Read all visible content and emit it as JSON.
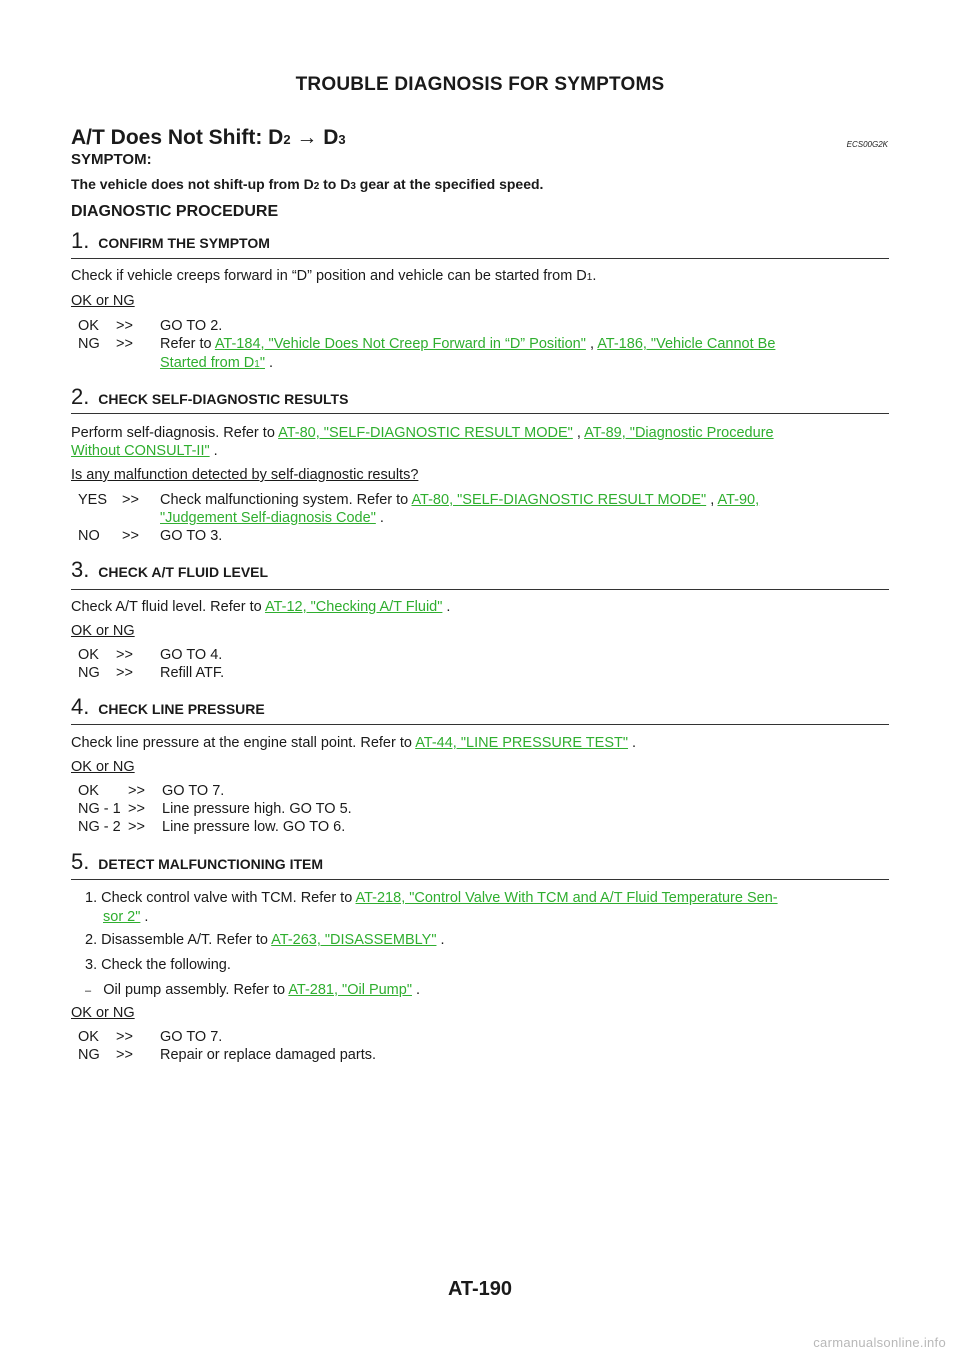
{
  "header": "TROUBLE DIAGNOSIS FOR SYMPTOMS",
  "title": {
    "prefix": "A/T Does Not Shift: D",
    "sub1": "2",
    "arrow": " → D",
    "sub2": "3",
    "code": "ECS00G2K"
  },
  "symptom_label": "SYMPTOM:",
  "symptom": {
    "a": "The vehicle does not shift-up from D",
    "s1": "2",
    "b": " to D",
    "s2": "3",
    "c": " gear at the specified speed."
  },
  "diag_label": "DIAGNOSTIC PROCEDURE",
  "ok_or_ng": "OK or NG",
  "step1": {
    "num": "1.",
    "title": "CONFIRM THE SYMPTOM",
    "text_a": "Check if vehicle creeps forward in “D” position and vehicle can be started from D",
    "text_sub": "1",
    "text_b": ".",
    "ok_code": "OK",
    "ok_arrow": ">>",
    "ok_text": "GO TO 2.",
    "ng_code": "NG",
    "ng_arrow": ">>",
    "ng_pre": "Refer to",
    "ng_link1": "AT-184, \"Vehicle Does Not Creep Forward in “D” Position\"",
    "ng_sep": ",",
    "ng_link2a": "AT-186, \"Vehicle Cannot Be",
    "ng_link2b": "Started from D",
    "ng_link2sub": "1",
    "ng_link2c": "\"",
    "ng_end": "."
  },
  "step2": {
    "num": "2.",
    "title": "CHECK SELF-DIAGNOSTIC RESULTS",
    "pre": "Perform self-diagnosis. Refer to",
    "link1": "AT-80, \"SELF-DIAGNOSTIC RESULT MODE\"",
    "sep": ",",
    "link2a": "AT-89, \"Diagnostic Procedure",
    "link2b": "Without CONSULT-II\"",
    "end": ".",
    "question": "Is any malfunction detected by self-diagnostic results?",
    "yes_code": "YES",
    "yes_arrow": ">>",
    "yes_pre": "Check malfunctioning system. Refer to",
    "yes_link1": "AT-80, \"SELF-DIAGNOSTIC RESULT MODE\"",
    "yes_sep": ",",
    "yes_link2a": "AT-90,",
    "yes_link2b": "\"Judgement Self-diagnosis Code\"",
    "yes_end": ".",
    "no_code": "NO",
    "no_arrow": ">>",
    "no_text": "GO TO 3."
  },
  "step3": {
    "num": "3.",
    "title": "CHECK A/T FLUID LEVEL",
    "pre": "Check A/T fluid level. Refer to",
    "link": "AT-12, \"Checking A/T Fluid\"",
    "end": ".",
    "ok_code": "OK",
    "ok_arrow": ">>",
    "ok_text": "GO TO 4.",
    "ng_code": "NG",
    "ng_arrow": ">>",
    "ng_text": "Refill ATF."
  },
  "step4": {
    "num": "4.",
    "title": "CHECK LINE PRESSURE",
    "pre": "Check line pressure at the engine stall point. Refer to",
    "link": "AT-44, \"LINE PRESSURE TEST\"",
    "end": ".",
    "ok_code": "OK",
    "ok_arrow": ">>",
    "ok_text": "GO TO 7.",
    "ng1_code": "NG - 1",
    "ng1_arrow": ">>",
    "ng1_text": "Line pressure high. GO TO 5.",
    "ng2_code": "NG - 2",
    "ng2_arrow": ">>",
    "ng2_text": "Line pressure low. GO TO 6."
  },
  "step5": {
    "num": "5.",
    "title": "DETECT MALFUNCTIONING ITEM",
    "i1_pre": "1. Check control valve with TCM. Refer to",
    "i1_link_a": "AT-218, \"Control Valve With TCM and A/T Fluid Temperature Sen-",
    "i1_link_b": "sor 2\"",
    "i1_end": ".",
    "i2_pre": "2. Disassemble A/T. Refer to",
    "i2_link": "AT-263, \"DISASSEMBLY\"",
    "i2_end": ".",
    "i3": "3. Check the following.",
    "i4_dash": "–",
    "i4_pre": "Oil pump assembly. Refer to",
    "i4_link": "AT-281, \"Oil Pump\"",
    "i4_end": ".",
    "ok_code": "OK",
    "ok_arrow": ">>",
    "ok_text": "GO TO 7.",
    "ng_code": "NG",
    "ng_arrow": ">>",
    "ng_text": "Repair or replace damaged parts."
  },
  "footer": "AT-190",
  "watermark": "carmanualsonline.info"
}
